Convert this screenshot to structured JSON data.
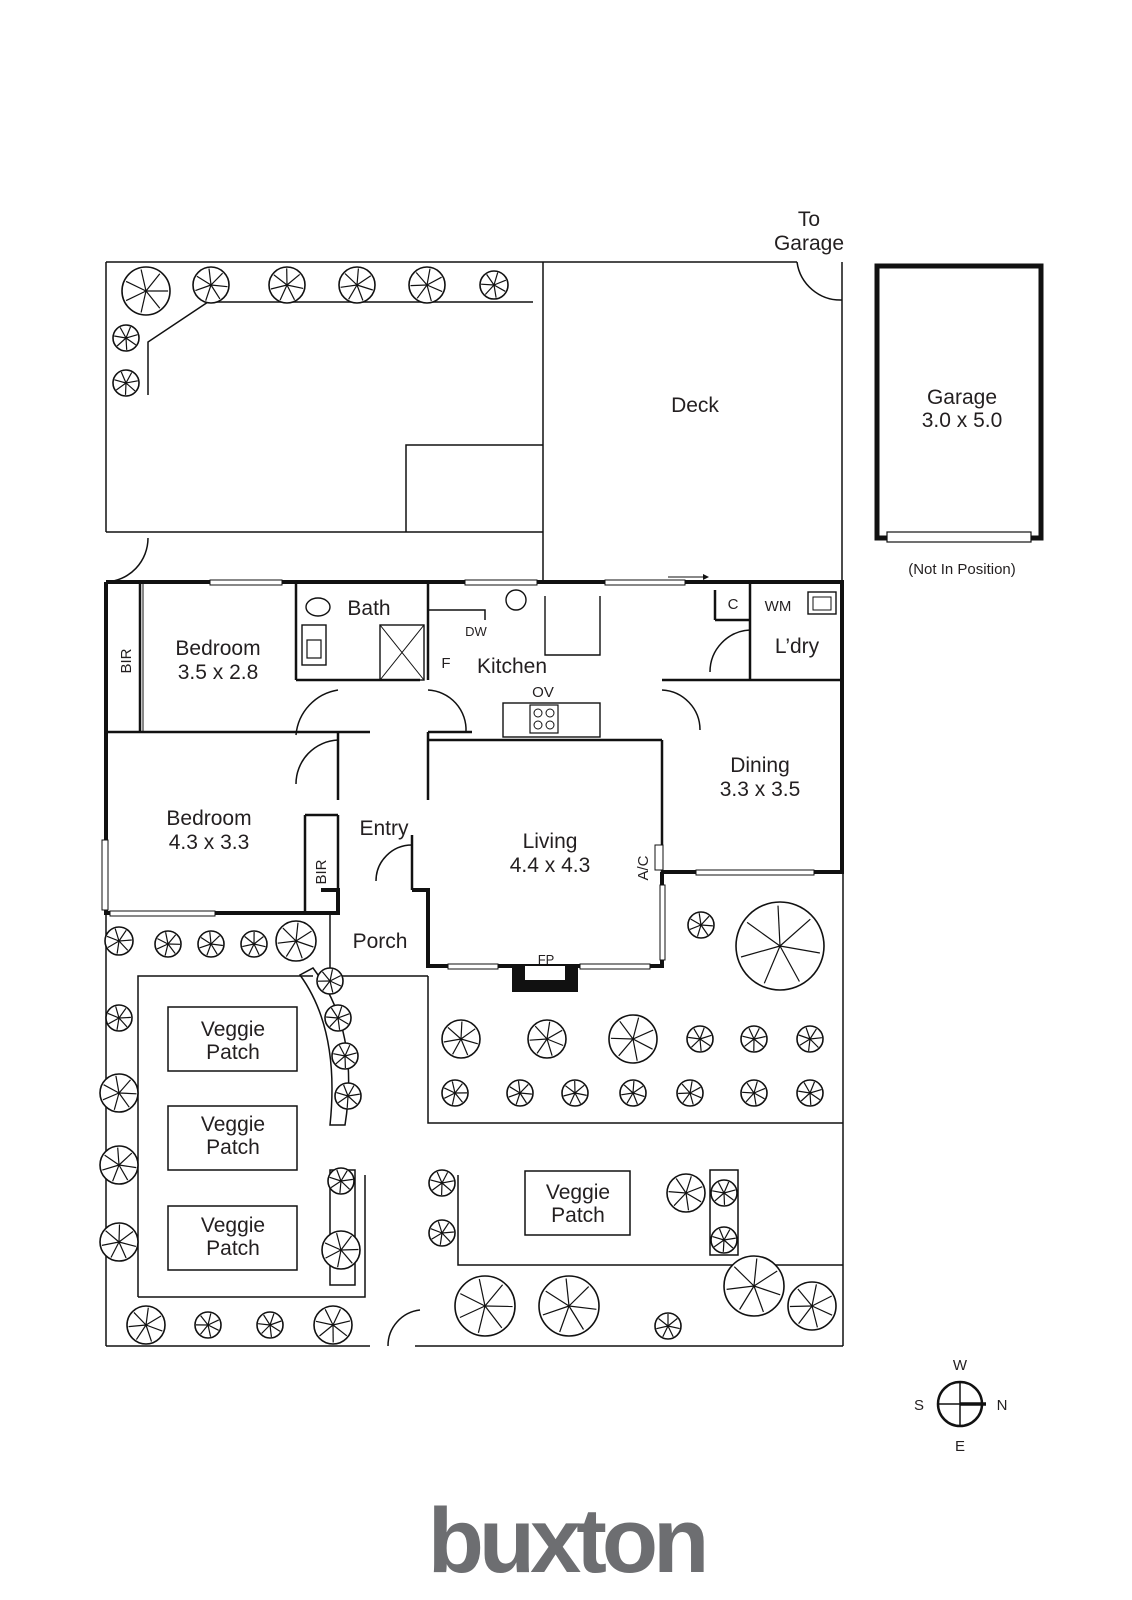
{
  "labels": {
    "to_garage_1": "To",
    "to_garage_2": "Garage",
    "deck": "Deck",
    "garage": "Garage",
    "garage_dim": "3.0 x 5.0",
    "not_in_position": "(Not In Position)",
    "bath": "Bath",
    "bedroom1": "Bedroom",
    "bedroom1_dim": "3.5 x 2.8",
    "bir1": "BIR",
    "dw": "DW",
    "f": "F",
    "kitchen": "Kitchen",
    "ov": "OV",
    "c": "C",
    "wm": "WM",
    "ldry": "L’dry",
    "dining": "Dining",
    "dining_dim": "3.3 x 3.5",
    "bedroom2": "Bedroom",
    "bedroom2_dim": "4.3 x 3.3",
    "bir2": "BIR",
    "entry": "Entry",
    "living": "Living",
    "living_dim": "4.4 x 4.3",
    "ac": "A/C",
    "porch": "Porch",
    "fp": "FP",
    "veggie_word1": "Veggie",
    "veggie_word2": "Patch"
  },
  "compass": {
    "n": "N",
    "s": "S",
    "e": "E",
    "w": "W"
  },
  "brand": {
    "name": "buxton",
    "color": "#6d6e71"
  }
}
